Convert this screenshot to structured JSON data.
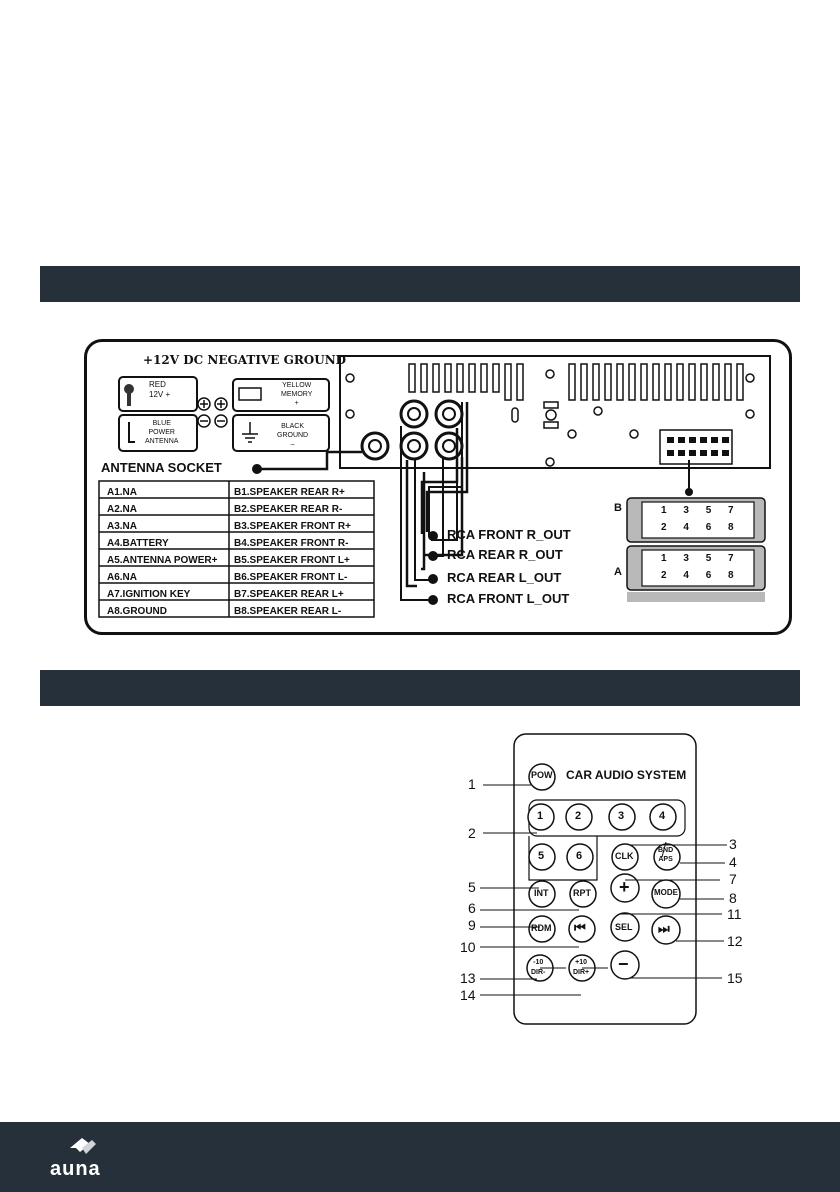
{
  "colors": {
    "section_bar": "#25303b",
    "footer": "#25303b",
    "logo": "#ffffff"
  },
  "wiring": {
    "header": "+12V DC NEGATIVE GROUND",
    "red_label": [
      "RED",
      "12V +"
    ],
    "blue_label": [
      "BLUE",
      "POWER",
      "ANTENNA"
    ],
    "yellow_label": [
      "YELLOW",
      "MEMORY",
      "+"
    ],
    "black_label": [
      "BLACK",
      "GROUND",
      "–"
    ],
    "antenna_socket": "ANTENNA SOCKET",
    "pins_a": [
      "A1.NA",
      "A2.NA",
      "A3.NA",
      "A4.BATTERY",
      "A5.ANTENNA POWER+",
      "A6.NA",
      "A7.IGNITION KEY",
      "A8.GROUND"
    ],
    "pins_b": [
      "B1.SPEAKER REAR R+",
      "B2.SPEAKER REAR R-",
      "B3.SPEAKER FRONT R+",
      "B4.SPEAKER FRONT R-",
      "B5.SPEAKER FRONT L+",
      "B6.SPEAKER FRONT L-",
      "B7.SPEAKER REAR L+",
      "B8.SPEAKER REAR L-"
    ],
    "rca_outputs": [
      "RCA FRONT R_OUT",
      "RCA REAR R_OUT",
      "RCA REAR L_OUT",
      "RCA FRONT L_OUT"
    ],
    "connector_b_letter": "B",
    "connector_a_letter": "A",
    "connector_numbers_top": [
      "1",
      "3",
      "5",
      "7"
    ],
    "connector_numbers_bottom": [
      "2",
      "4",
      "6",
      "8"
    ]
  },
  "remote": {
    "title": "CAR AUDIO SYSTEM",
    "buttons": {
      "pow": "POW",
      "b1": "1",
      "b2": "2",
      "b3": "3",
      "b4": "4",
      "b5": "5",
      "b6": "6",
      "clk": "CLK",
      "bnd": "BND",
      "aps": "APS",
      "plus": "+",
      "mode": "MODE",
      "int": "INT",
      "rpt": "RPT",
      "sel": "SEL",
      "rdm": "RDM",
      "prev": "⏮",
      "next": "⏭",
      "minus": "−",
      "m10_top": "-10",
      "m10_bot": "DIR-",
      "p10_top": "+10",
      "p10_bot": "DIR+"
    },
    "callouts": [
      "1",
      "2",
      "3",
      "4",
      "5",
      "6",
      "7",
      "8",
      "9",
      "10",
      "11",
      "12",
      "13",
      "14",
      "15"
    ]
  },
  "footer": {
    "logo_text": "auna",
    "logo_icon": "auna-logo-icon"
  }
}
